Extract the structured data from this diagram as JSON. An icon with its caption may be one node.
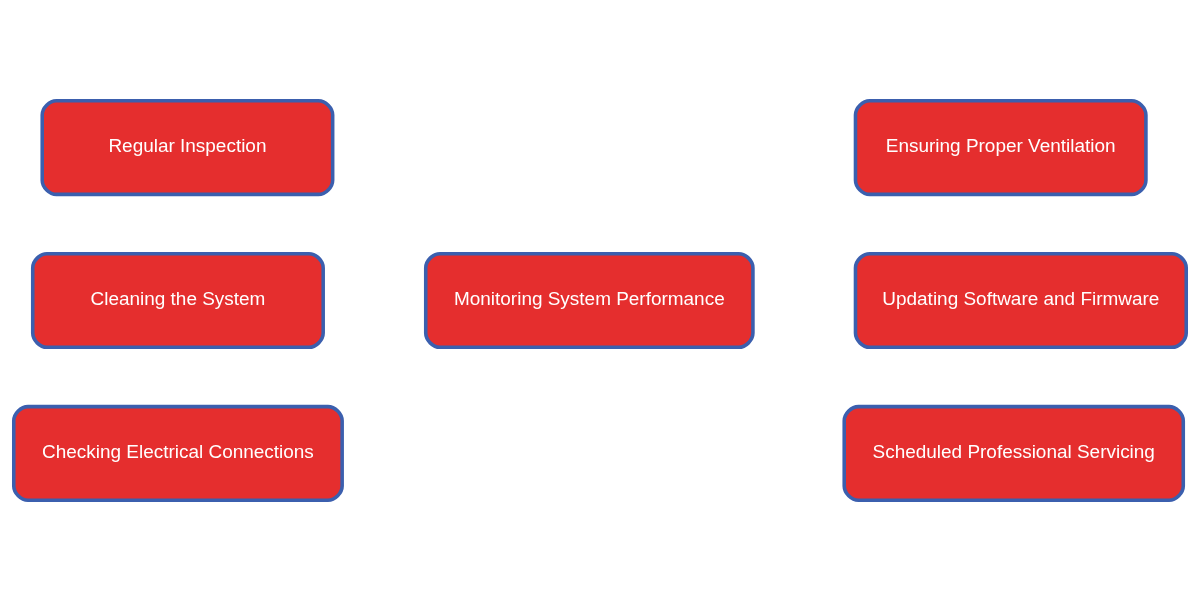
{
  "diagram": {
    "nodes": [
      {
        "text": [
          "Regular Inspection"
        ]
      },
      {
        "text": [
          "Ensuring Proper Ventilation"
        ]
      },
      {
        "text": [
          "Cleaning the System"
        ]
      },
      {
        "text": [
          "Monitoring System Performance"
        ]
      },
      {
        "text": [
          "Updating Software and Firmware"
        ]
      },
      {
        "text": [
          "Checking Electrical Connections"
        ]
      },
      {
        "text": [
          "Scheduled Professional Servicing"
        ]
      }
    ]
  }
}
